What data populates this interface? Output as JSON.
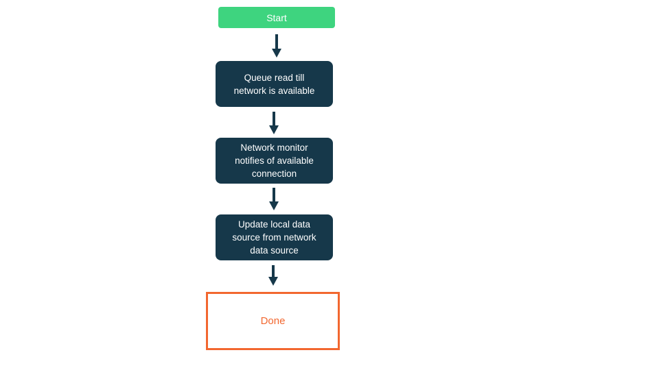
{
  "flowchart": {
    "colors": {
      "canvas_bg": "#FFFFFF",
      "start_bg": "#3ED47F",
      "start_text": "#FFFFFF",
      "process_bg": "#16384A",
      "process_text": "#FFFFFF",
      "end_border": "#F2672F",
      "end_text": "#F2672F",
      "arrow": "#16384A"
    },
    "nodes": [
      {
        "id": "start",
        "type": "start",
        "label": "Start"
      },
      {
        "id": "queue",
        "type": "process",
        "label": "Queue read till\nnetwork is available"
      },
      {
        "id": "monitor",
        "type": "process",
        "label": "Network monitor\nnotifies of available\nconnection"
      },
      {
        "id": "update",
        "type": "process",
        "label": "Update local data\nsource from network\ndata source"
      },
      {
        "id": "done",
        "type": "end",
        "label": "Done"
      }
    ],
    "edges": [
      {
        "from": "start",
        "to": "queue"
      },
      {
        "from": "queue",
        "to": "monitor"
      },
      {
        "from": "monitor",
        "to": "update"
      },
      {
        "from": "update",
        "to": "done"
      }
    ]
  }
}
